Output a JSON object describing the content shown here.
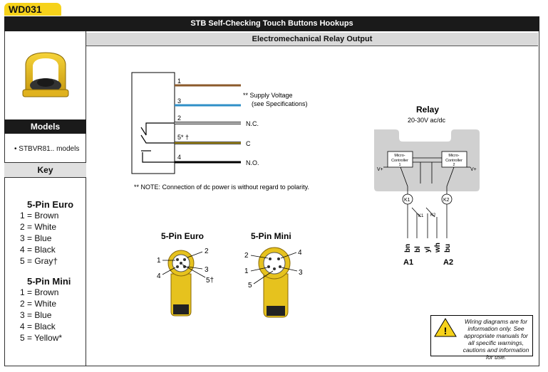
{
  "header": {
    "code": "WD031",
    "title": "STB Self-Checking Touch Buttons Hookups",
    "subtitle": "Electromechanical Relay Output"
  },
  "sidebar": {
    "models_label": "Models",
    "models_text": "• STBVR81.. models",
    "key_label": "Key",
    "euro_title": "5-Pin Euro",
    "euro_items": [
      "1 = Brown",
      "2 = White",
      "3 = Blue",
      "4 = Black",
      "5 = Gray†"
    ],
    "mini_title": "5-Pin Mini",
    "mini_items": [
      "1 = Brown",
      "2 = White",
      "3 = Blue",
      "4 = Black",
      "5 = Yellow*"
    ]
  },
  "wiring": {
    "pins": [
      "1",
      "3",
      "2",
      "5* †",
      "4"
    ],
    "supply_line1": "** Supply Voltage",
    "supply_line2": "(see Specifications)",
    "nc": "N.C.",
    "c": "C",
    "no": "N.O.",
    "note": "** NOTE: Connection of dc power is without regard to polarity.",
    "colors": {
      "brown": "#8b5a2b",
      "blue": "#2f8fc7",
      "white": "#ffffff",
      "yellow": "#d6b21c",
      "black": "#000000"
    }
  },
  "connectors": {
    "euro": {
      "title": "5-Pin Euro",
      "labels": [
        "1",
        "2",
        "3",
        "4",
        "5†"
      ]
    },
    "mini": {
      "title": "5-Pin Mini",
      "labels": [
        "2",
        "4",
        "1",
        "3",
        "5"
      ]
    }
  },
  "relay": {
    "title": "Relay",
    "voltage": "20-30V ac/dc",
    "mc1": [
      "Micro-",
      "Controller",
      "1"
    ],
    "mc2": [
      "Micro-",
      "Controller",
      "2"
    ],
    "vplus": "V+",
    "k1": "K1",
    "k2": "K2",
    "wires": [
      "bn",
      "bl",
      "yl",
      "wh",
      "bu"
    ],
    "a1": "A1",
    "a2": "A2"
  },
  "warning": {
    "text": "Wiring diagrams are for information only. See appropriate manuals for all specific warnings, cautions and information for use."
  }
}
